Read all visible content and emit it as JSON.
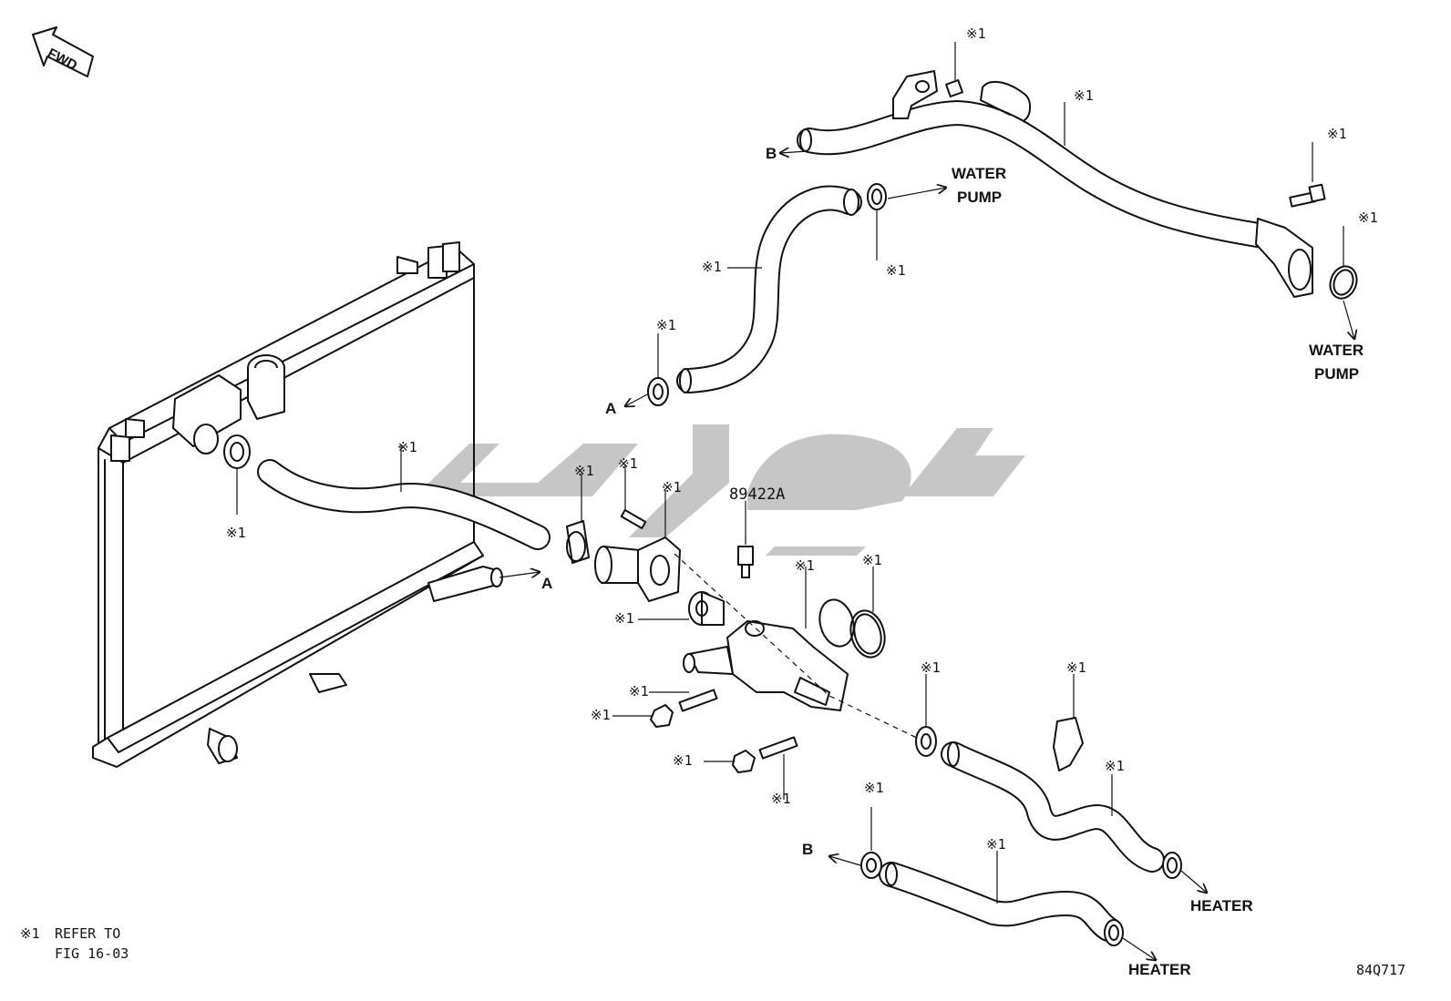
{
  "diagram": {
    "fwd_label": "FWD",
    "refer_mark": "※1",
    "part_number": "89422A",
    "figure_code": "84Q717",
    "footnote": {
      "mark": "※1",
      "line1": "REFER TO",
      "line2": "FIG 16-03"
    },
    "connection_labels": {
      "a": "A",
      "b": "B"
    },
    "destinations": {
      "water_pump_line1": "WATER",
      "water_pump_line2": "PUMP",
      "heater": "HEATER"
    }
  }
}
